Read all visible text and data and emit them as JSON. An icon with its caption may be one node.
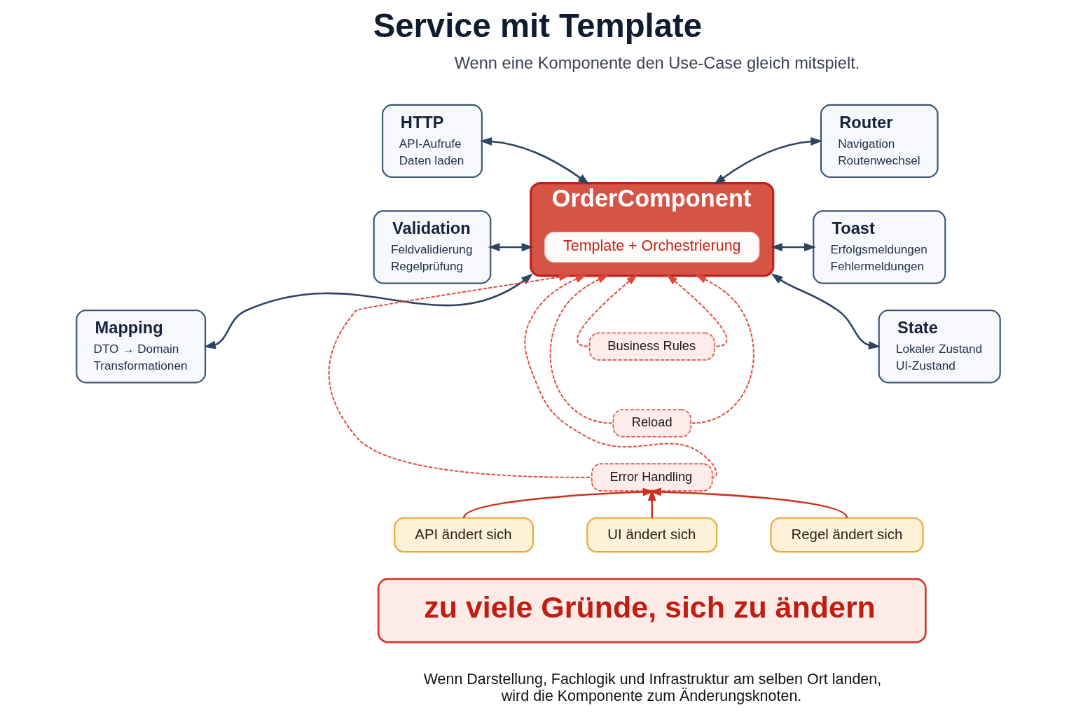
{
  "diagram": {
    "title": "Service mit Template",
    "caption": "Wenn Darstellung, Fachlogik und Infrastruktur am selben Ort landen, wird die Komponente zum Änderungsknoten.",
    "nodes": [
      {
        "text": [
          "HTTP",
          "API-Aufrufe",
          "Daten laden"
        ]
      },
      {
        "text": [
          "Router",
          "Navigation",
          "Routenwechsel"
        ]
      },
      {
        "text": [
          "Validation",
          "Feldvalidierung",
          "Regelprüfung"
        ]
      },
      {
        "text": [
          "OrderComponent"
        ]
      },
      {
        "text": [
          "Template + Orchestrierung"
        ],
        "in": 3
      },
      {
        "text": [
          "Toast",
          "Erfolgsmeldungen",
          "Fehlermeldungen"
        ]
      },
      {
        "text": [
          "Mapping",
          "DTO → Domain",
          "Transformationen"
        ]
      },
      {
        "text": [
          "Business Rules"
        ]
      },
      {
        "text": [
          "Reload"
        ]
      },
      {
        "text": [
          "Error Handling"
        ]
      },
      {
        "text": [
          "State",
          "Lokaler Zustand",
          "UI-Zustand"
        ]
      },
      {
        "text": [
          "API ändert sich"
        ]
      },
      {
        "text": [
          "UI ändert sich"
        ]
      },
      {
        "text": [
          "Regel ändert sich"
        ]
      },
      {
        "text": [
          "zu viele Gründe, sich zu ändern"
        ]
      }
    ],
    "edges": [
      {
        "from": 0,
        "to": 3,
        "arrow": "both"
      },
      {
        "from": 1,
        "to": 3,
        "arrow": "both"
      },
      {
        "from": 2,
        "to": 3,
        "arrow": "both"
      },
      {
        "from": 3,
        "to": 5,
        "arrow": "both"
      },
      {
        "from": 3,
        "to": 6,
        "arrow": "both"
      },
      {
        "from": 3,
        "to": 10,
        "arrow": "both"
      },
      {
        "from": 7,
        "to": 3,
        "arrow": "to",
        "style": "dashed",
        "color": "#e0483c"
      },
      {
        "from": 7,
        "to": 3,
        "arrow": "to",
        "style": "dashed",
        "color": "#e0483c"
      },
      {
        "from": 8,
        "to": 3,
        "arrow": "to",
        "style": "dashed",
        "color": "#e0483c"
      },
      {
        "from": 8,
        "to": 3,
        "arrow": "to",
        "style": "dashed",
        "color": "#e0483c"
      },
      {
        "from": 9,
        "to": 3,
        "arrow": "to",
        "style": "dashed",
        "color": "#e0483c"
      },
      {
        "from": 9,
        "to": 3,
        "arrow": "to",
        "style": "dashed",
        "color": "#e0483c"
      },
      {
        "from": 11,
        "to": 9,
        "arrow": "to",
        "color": "#d0301f"
      },
      {
        "from": 12,
        "to": 9,
        "arrow": "to",
        "color": "#d0301f"
      },
      {
        "from": 13,
        "to": 9,
        "arrow": "to",
        "color": "#d0301f"
      }
    ],
    "labels": [
      "Wenn eine Komponente den Use-Case gleich mitspielt."
    ]
  }
}
